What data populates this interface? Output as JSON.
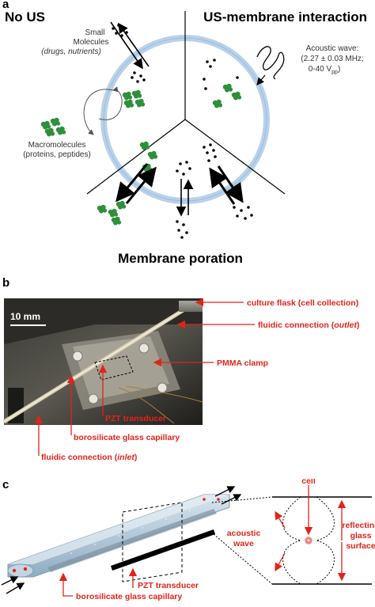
{
  "panel_a": {
    "letter": "a",
    "title_no_us": "No US",
    "title_us_membrane": "US-membrane interaction",
    "title_poration": "Membrane poration",
    "small_molecules": [
      "Small",
      "Molecules",
      "(drugs, nutrients)"
    ],
    "macromolecules": [
      "Macromolecules",
      "(proteins, peptides)"
    ],
    "acoustic_wave": [
      "Acoustic wave:",
      "(2.27 ± 0.03 MHz;",
      "0-40 V",
      "pp",
      ")"
    ],
    "colors": {
      "membrane": "#b8d2ea",
      "macromolecule": "#2f8f3a",
      "dot": "#000000"
    }
  },
  "panel_b": {
    "letter": "b",
    "scale_bar": "10 mm",
    "labels": [
      {
        "text": "culture flask (cell collection)"
      },
      {
        "text": "fluidic connection (",
        "italic": "outlet",
        "tail": ")"
      },
      {
        "text": "PMMA clamp"
      },
      {
        "text": "PZT transducer"
      },
      {
        "text": "borosilicate glass capillary"
      },
      {
        "text": "fluidic connection (",
        "italic": "inlet",
        "tail": ")"
      }
    ],
    "colors": {
      "label": "#e2231a"
    }
  },
  "panel_c": {
    "letter": "c",
    "labels": {
      "cell": "cell",
      "acoustic_wave": [
        "acoustic",
        "wave"
      ],
      "reflecting": [
        "reflecting",
        "glass",
        "surface"
      ],
      "pzt": "PZT transducer",
      "capillary": "borosilicate glass capillary"
    },
    "colors": {
      "label": "#e2231a",
      "capillary": "#a9c4da"
    }
  }
}
